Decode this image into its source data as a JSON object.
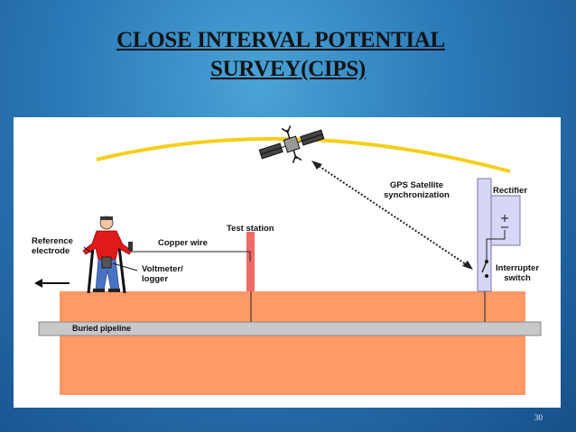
{
  "slide": {
    "title_line1": "CLOSE INTERVAL POTENTIAL",
    "title_line2": "SURVEY(CIPS)",
    "page_number": "30"
  },
  "diagram": {
    "labels": {
      "reference_electrode_1": "Reference",
      "reference_electrode_2": "electrode",
      "copper_wire": "Copper wire",
      "test_station": "Test station",
      "voltmeter_1": "Voltmeter/",
      "voltmeter_2": "logger",
      "gps_1": "GPS Satellite",
      "gps_2": "synchronization",
      "rectifier": "Rectifier",
      "interrupter_1": "Interrupter",
      "interrupter_2": "switch",
      "buried_pipeline": "Buried pipeline"
    },
    "colors": {
      "soil": "#ff9966",
      "pipeline": "#c8c8c8",
      "test_post": "#f06a6a",
      "orbit": "#f5cf1a",
      "rectifier_box": "#d6d6f5",
      "person_shirt": "#e01a1a",
      "person_pants": "#4a72c4"
    }
  }
}
